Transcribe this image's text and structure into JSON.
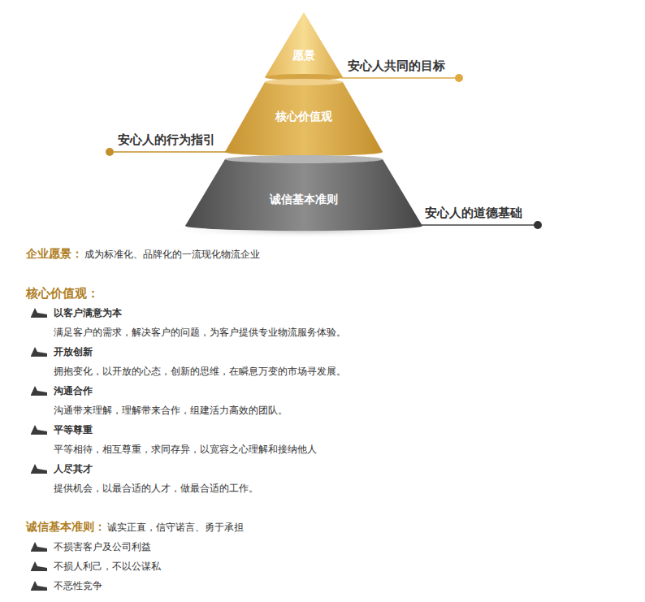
{
  "diagram": {
    "nodes": [
      {
        "text": [
          "愿景"
        ]
      },
      {
        "text": [
          "核心价值观"
        ]
      },
      {
        "text": [
          "诚信基本准则"
        ]
      }
    ],
    "labels": [
      "安心人共同的目标",
      "安心人的行为指引",
      "安心人的道德基础",
      "企业愿景：",
      "成为标准化、品牌化的一流现化物流企业",
      "核心价值观：",
      "以客户满意为本",
      "满足客户的需求，解决客户的问题，为客户提供专业物流服务体验。",
      "开放创新",
      "拥抱变化，以开放的心态，创新的思维，在瞬息万变的市场寻发展。",
      "沟通合作",
      "沟通带来理解，理解带来合作，组建活力高效的团队。",
      "平等尊重",
      "平等相待，相互尊重，求同存异，以宽容之心理解和接纳他人",
      "人尽其才",
      "提供机会，以最合适的人才，做最合适的工作。",
      "诚信基本准则：",
      "诚实正直，信守诺言、勇于承担",
      "不损害客户及公司利益",
      "不损人利己，不以公谋私",
      "不恶性竞争"
    ]
  }
}
